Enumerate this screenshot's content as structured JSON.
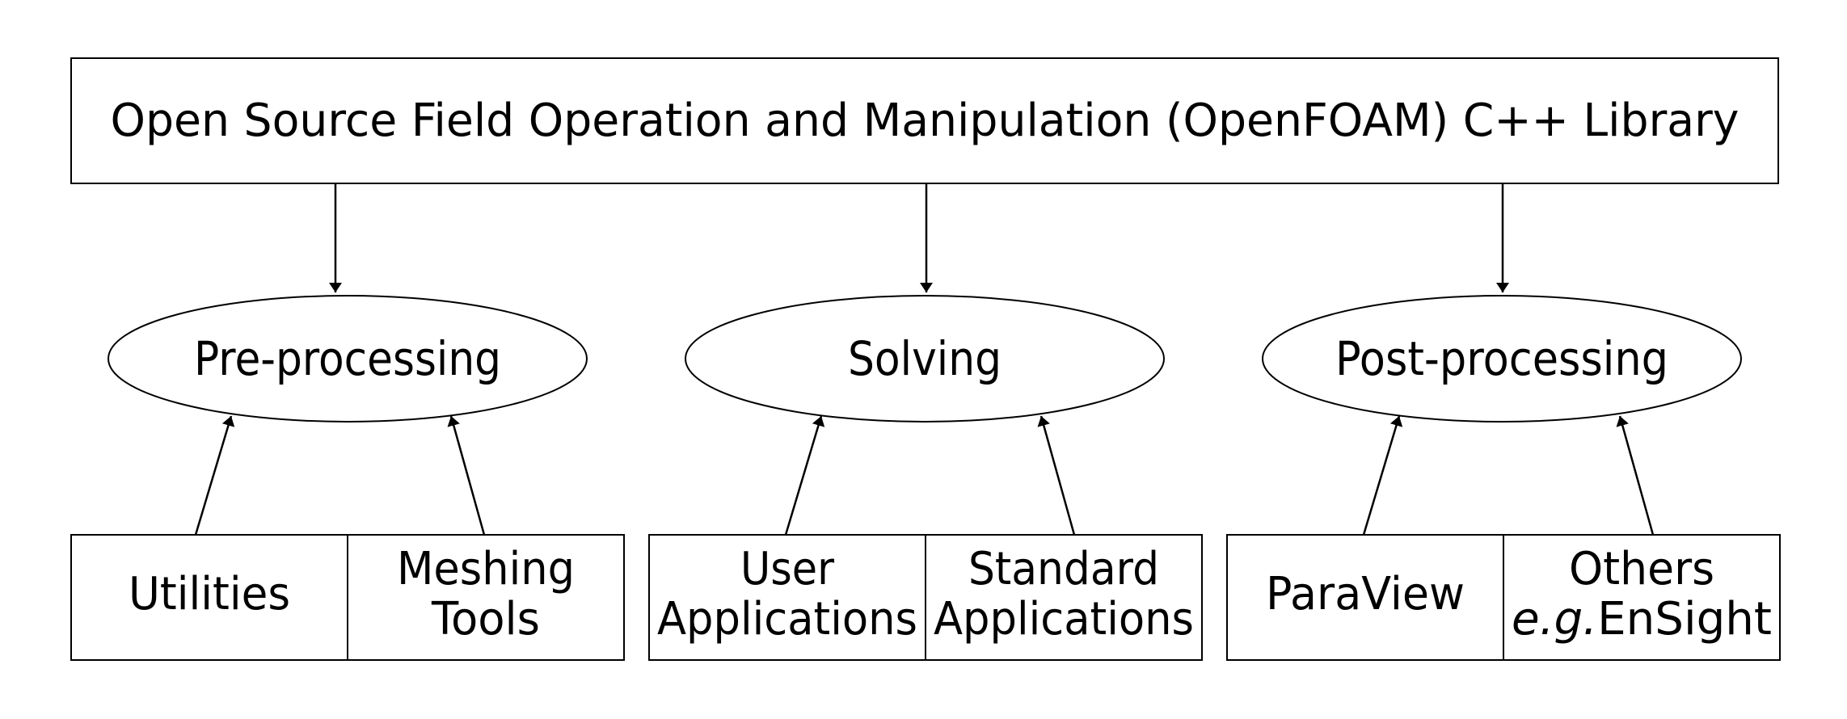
{
  "colors": {
    "stroke": "#000000",
    "background": "#ffffff",
    "text": "#000000"
  },
  "library": {
    "label": "Open Source Field Operation and Manipulation (OpenFOAM) C++ Library"
  },
  "stages": [
    {
      "id": "pre",
      "label": "Pre-processing"
    },
    {
      "id": "solve",
      "label": "Solving"
    },
    {
      "id": "post",
      "label": "Post-processing"
    }
  ],
  "tools": [
    {
      "stage": "pre",
      "line1": "Utilities",
      "line2": ""
    },
    {
      "stage": "pre",
      "line1": "Meshing",
      "line2": "Tools"
    },
    {
      "stage": "solve",
      "line1": "User",
      "line2": "Applications"
    },
    {
      "stage": "solve",
      "line1": "Standard",
      "line2": "Applications"
    },
    {
      "stage": "post",
      "line1": "ParaView",
      "line2": ""
    },
    {
      "stage": "post",
      "line1": "Others",
      "line2_em": "e.g.",
      "line2": "EnSight"
    }
  ]
}
